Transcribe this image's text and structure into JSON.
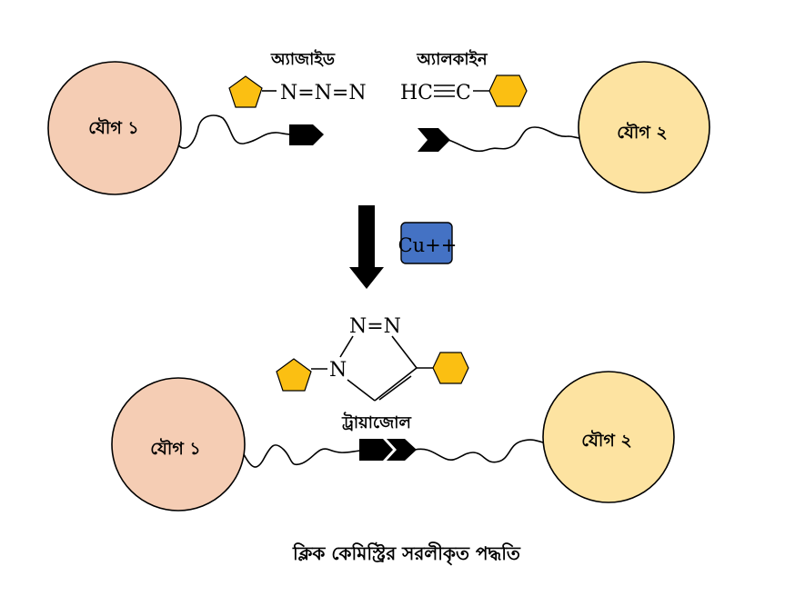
{
  "top": {
    "compound1_label": "যৌগ ১",
    "compound2_label": "যৌগ ২",
    "azide_label": "অ্যাজাইড",
    "azide_formula": "N=N=N",
    "alkyne_label": "অ্যালকাইন",
    "alkyne_hc": "HC",
    "alkyne_c": "C"
  },
  "catalyst": {
    "label": "Cu++"
  },
  "bottom": {
    "triazole_n_top": "N=N",
    "triazole_n_left": "N",
    "triazole_label": "ট্রায়াজোল",
    "compound1_label": "যৌগ ১",
    "compound2_label": "যৌগ ২"
  },
  "caption": "ক্লিক কেমিস্ট্রির সরলীকৃত পদ্ধতি",
  "colors": {
    "compound1_fill": "#f5cdb4",
    "compound2_fill": "#fde3a1",
    "shape_fill": "#fbbf12",
    "catalyst_fill": "#4472c4",
    "stroke": "#000000"
  }
}
